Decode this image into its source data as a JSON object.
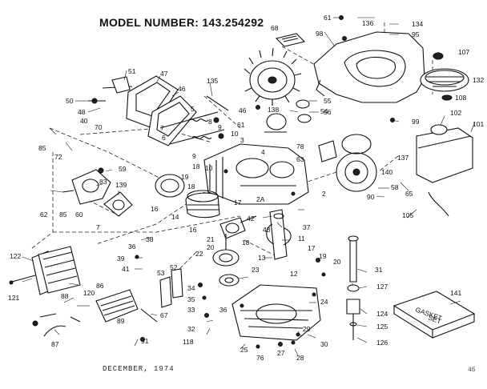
{
  "header": {
    "model_label": "MODEL NUMBER:",
    "model_number": "143.254292"
  },
  "footer": {
    "date": "DECEMBER, 1974",
    "page": "45"
  },
  "gasket_box": {
    "line1": "GASKET",
    "line2": "SET"
  },
  "callouts": [
    {
      "text": "61"
    },
    {
      "text": "136"
    },
    {
      "text": "134"
    },
    {
      "text": "95"
    },
    {
      "text": "68"
    },
    {
      "text": "98"
    },
    {
      "text": "107"
    },
    {
      "text": "132"
    },
    {
      "text": "108"
    },
    {
      "text": "51"
    },
    {
      "text": "47"
    },
    {
      "text": "46"
    },
    {
      "text": "135"
    },
    {
      "text": "50"
    },
    {
      "text": "48"
    },
    {
      "text": "5"
    },
    {
      "text": "8"
    },
    {
      "text": "9"
    },
    {
      "text": "46"
    },
    {
      "text": "138"
    },
    {
      "text": "54"
    },
    {
      "text": "55"
    },
    {
      "text": "56"
    },
    {
      "text": "99"
    },
    {
      "text": "40"
    },
    {
      "text": "70"
    },
    {
      "text": "85"
    },
    {
      "text": "72"
    },
    {
      "text": "6"
    },
    {
      "text": "7"
    },
    {
      "text": "10"
    },
    {
      "text": "61"
    },
    {
      "text": "3"
    },
    {
      "text": "4"
    },
    {
      "text": "78"
    },
    {
      "text": "63"
    },
    {
      "text": "102"
    },
    {
      "text": "101"
    },
    {
      "text": "9"
    },
    {
      "text": "18"
    },
    {
      "text": "10"
    },
    {
      "text": "59"
    },
    {
      "text": "137"
    },
    {
      "text": "140"
    },
    {
      "text": "58"
    },
    {
      "text": "90"
    },
    {
      "text": "65"
    },
    {
      "text": "105"
    },
    {
      "text": "83"
    },
    {
      "text": "139"
    },
    {
      "text": "19"
    },
    {
      "text": "18"
    },
    {
      "text": "16"
    },
    {
      "text": "2A"
    },
    {
      "text": "2"
    },
    {
      "text": "62"
    },
    {
      "text": "85"
    },
    {
      "text": "60"
    },
    {
      "text": "17"
    },
    {
      "text": "42"
    },
    {
      "text": "14"
    },
    {
      "text": "7"
    },
    {
      "text": "43"
    },
    {
      "text": "37"
    },
    {
      "text": "16"
    },
    {
      "text": "21"
    },
    {
      "text": "20"
    },
    {
      "text": "38"
    },
    {
      "text": "11"
    },
    {
      "text": "18"
    },
    {
      "text": "17"
    },
    {
      "text": "36"
    },
    {
      "text": "39"
    },
    {
      "text": "22"
    },
    {
      "text": "13"
    },
    {
      "text": "19"
    },
    {
      "text": "20"
    },
    {
      "text": "41"
    },
    {
      "text": "122"
    },
    {
      "text": "12"
    },
    {
      "text": "31"
    },
    {
      "text": "53"
    },
    {
      "text": "52"
    },
    {
      "text": "23"
    },
    {
      "text": "121"
    },
    {
      "text": "120"
    },
    {
      "text": "86"
    },
    {
      "text": "34"
    },
    {
      "text": "35"
    },
    {
      "text": "127"
    },
    {
      "text": "141"
    },
    {
      "text": "88"
    },
    {
      "text": "24"
    },
    {
      "text": "33"
    },
    {
      "text": "36"
    },
    {
      "text": "124"
    },
    {
      "text": "89"
    },
    {
      "text": "67"
    },
    {
      "text": "32"
    },
    {
      "text": "125"
    },
    {
      "text": "91"
    },
    {
      "text": "118"
    },
    {
      "text": "29"
    },
    {
      "text": "30"
    },
    {
      "text": "87"
    },
    {
      "text": "25"
    },
    {
      "text": "76"
    },
    {
      "text": "27"
    },
    {
      "text": "28"
    },
    {
      "text": "126"
    }
  ]
}
